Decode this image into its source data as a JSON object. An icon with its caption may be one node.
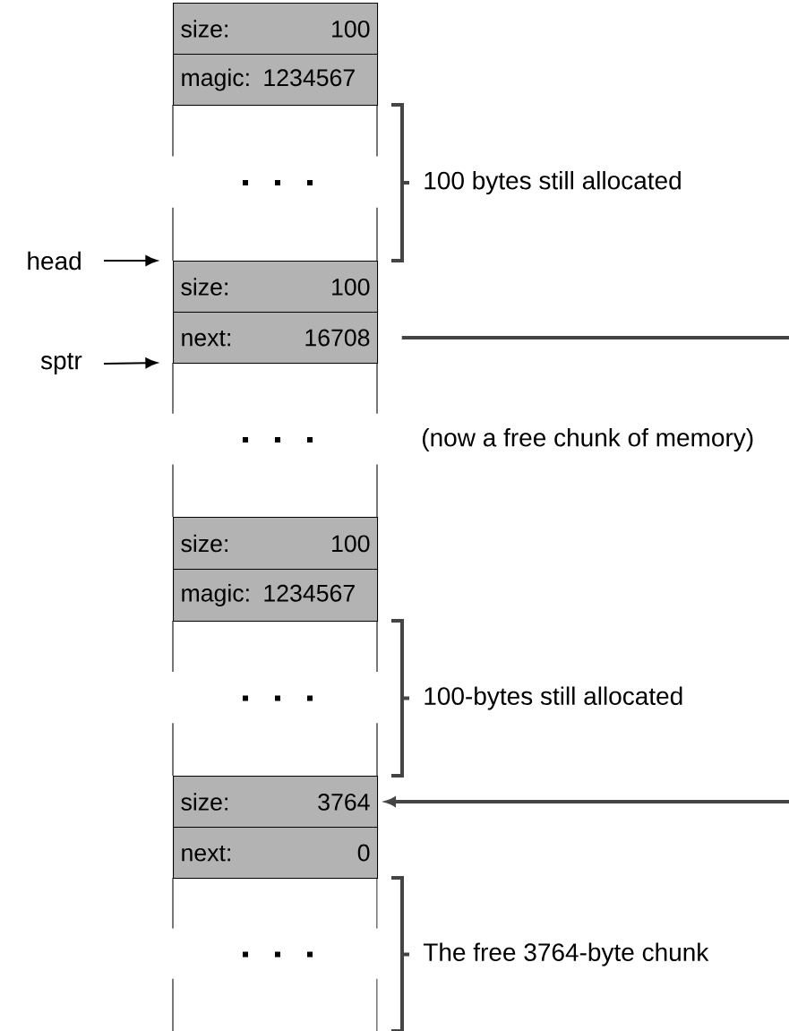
{
  "diagram": {
    "nodes": [
      {
        "text": [
          "size:",
          "100"
        ]
      },
      {
        "text": [
          "magic: 1234567"
        ]
      },
      {
        "text": [],
        "shape": "box"
      },
      {
        "text": [
          "head"
        ]
      },
      {
        "text": [
          "size:",
          "100"
        ]
      },
      {
        "text": [
          "next:",
          "16708"
        ]
      },
      {
        "text": [
          "sptr"
        ]
      },
      {
        "text": [],
        "shape": "box"
      },
      {
        "text": [
          "size:",
          "100"
        ]
      },
      {
        "text": [
          "magic: 1234567"
        ]
      },
      {
        "text": [],
        "shape": "box"
      },
      {
        "text": [
          "size:",
          "3764"
        ]
      },
      {
        "text": [
          "next:",
          "0"
        ]
      },
      {
        "text": [],
        "shape": "box"
      }
    ],
    "edges": [
      {
        "from": 3,
        "to": 4,
        "arrow": "to"
      },
      {
        "from": 6,
        "to": 7,
        "arrow": "to"
      },
      {
        "from": 5,
        "to": null,
        "arrow": "none",
        "style": "thick",
        "color": "#444444"
      },
      {
        "from": null,
        "to": 11,
        "arrow": "to",
        "style": "thick",
        "color": "#444444"
      }
    ],
    "labels": [
      "100 bytes still allocated",
      "(now a free chunk of memory)",
      "100-bytes still allocated",
      "The free 3764-byte chunk"
    ]
  }
}
